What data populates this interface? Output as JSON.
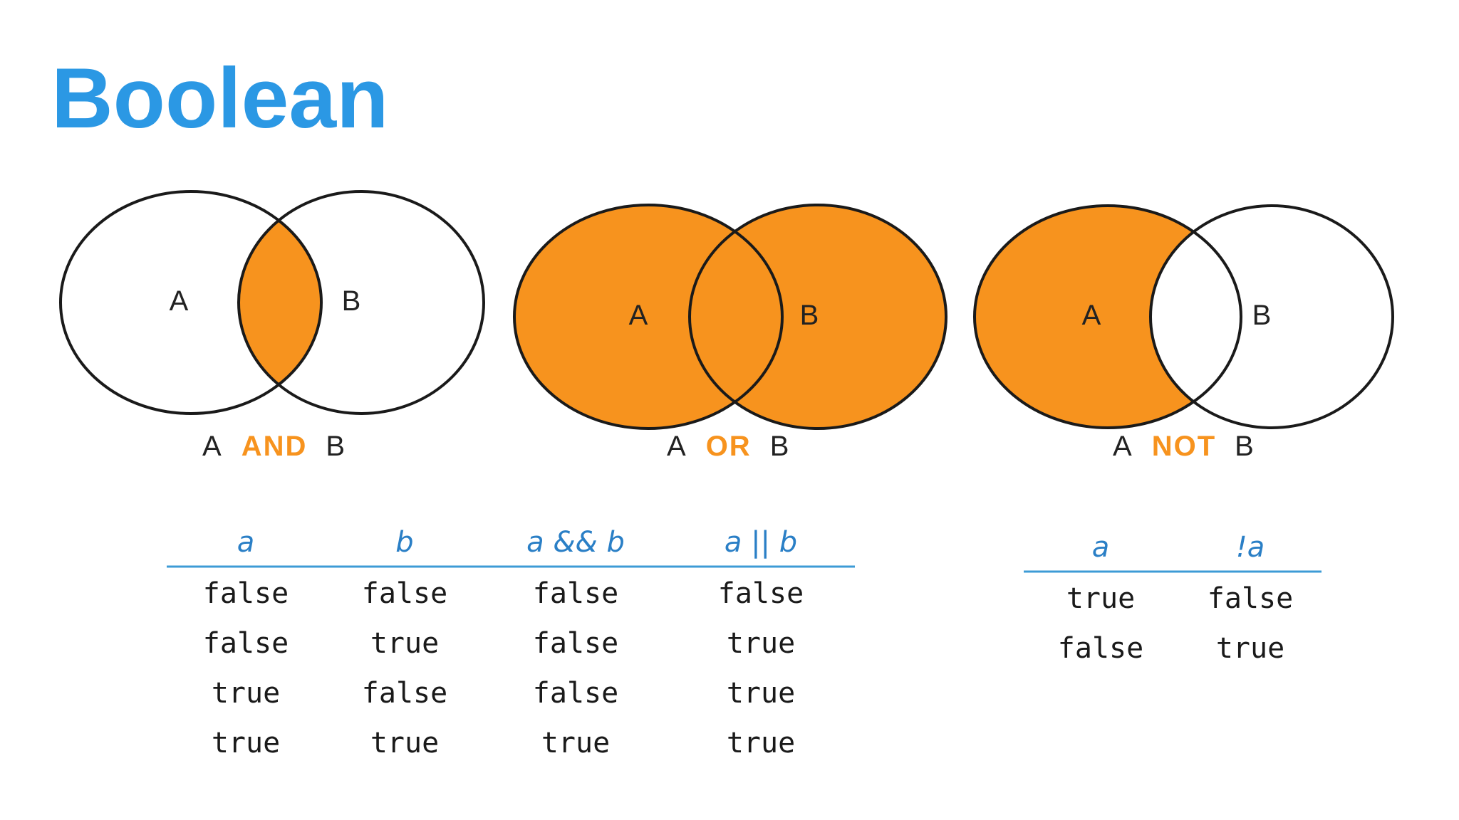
{
  "title": "Boolean",
  "colors": {
    "title": "#2b98e4",
    "fill": "#f7931e",
    "outline": "#1a1a1a",
    "header": "#2a7fc6",
    "rule": "#3d9bd6"
  },
  "venn": [
    {
      "left_label": "A",
      "right_label": "B",
      "caption_left": "A",
      "caption_op": "AND",
      "caption_right": "B",
      "shading": "intersection"
    },
    {
      "left_label": "A",
      "right_label": "B",
      "caption_left": "A",
      "caption_op": "OR",
      "caption_right": "B",
      "shading": "union"
    },
    {
      "left_label": "A",
      "right_label": "B",
      "caption_left": "A",
      "caption_op": "NOT",
      "caption_right": "B",
      "shading": "difference"
    }
  ],
  "truth_table_binary": {
    "headers": [
      "a",
      "b",
      "a && b",
      "a || b"
    ],
    "rows": [
      [
        "false",
        "false",
        "false",
        "false"
      ],
      [
        "false",
        "true",
        "false",
        "true"
      ],
      [
        "true",
        "false",
        "false",
        "true"
      ],
      [
        "true",
        "true",
        "true",
        "true"
      ]
    ]
  },
  "truth_table_not": {
    "headers": [
      "a",
      "!a"
    ],
    "rows": [
      [
        "true",
        "false"
      ],
      [
        "false",
        "true"
      ]
    ]
  }
}
